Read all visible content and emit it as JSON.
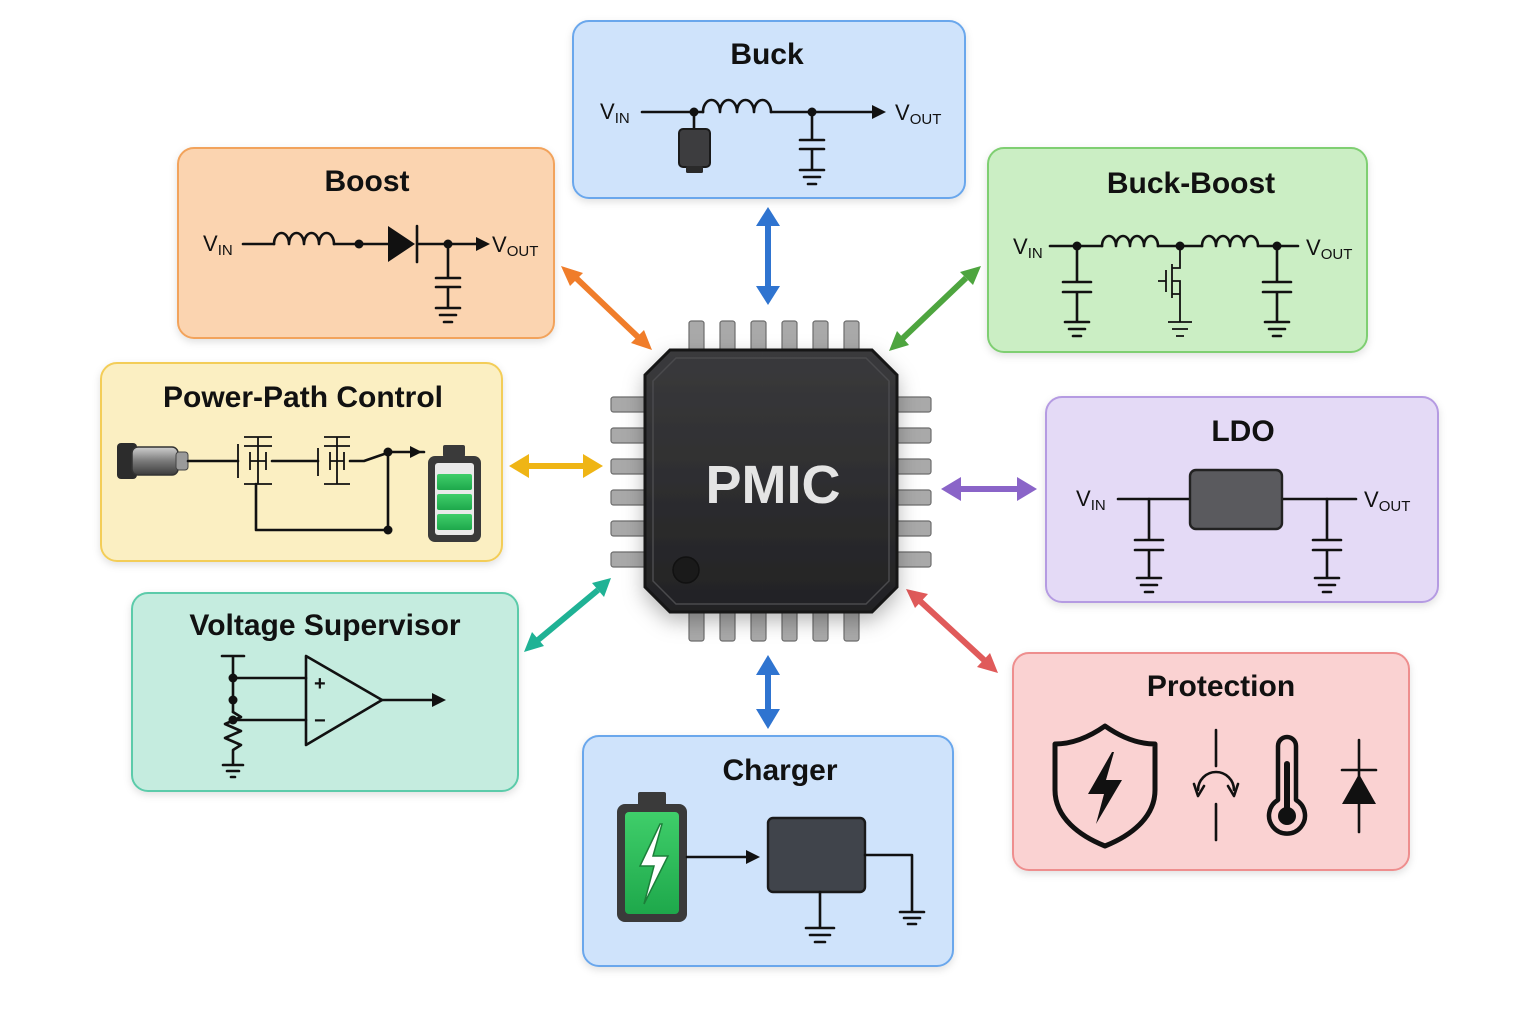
{
  "chip": {
    "label": "PMIC"
  },
  "blocks": {
    "buck": {
      "title": "Buck",
      "vin": "V",
      "vin_sub": "IN",
      "vout": "V",
      "vout_sub": "OUT"
    },
    "boost": {
      "title": "Boost",
      "vin": "V",
      "vin_sub": "IN",
      "vout": "V",
      "vout_sub": "OUT"
    },
    "buck_boost": {
      "title": "Buck-Boost",
      "vin": "V",
      "vin_sub": "IN",
      "vout": "V",
      "vout_sub": "OUT"
    },
    "power_path": {
      "title": "Power-Path Control"
    },
    "ldo": {
      "title": "LDO",
      "vin": "V",
      "vin_sub": "IN",
      "vout": "V",
      "vout_sub": "OUT"
    },
    "supervisor": {
      "title": "Voltage Supervisor",
      "plus": "+",
      "minus": "−"
    },
    "protection": {
      "title": "Protection"
    },
    "charger": {
      "title": "Charger"
    }
  },
  "colors": {
    "buck": "#2f74d0",
    "boost": "#f07d2a",
    "buck_boost": "#4ea53f",
    "power_path": "#efb515",
    "ldo": "#8a64c8",
    "supervisor": "#1fb295",
    "protection": "#e05a5a",
    "charger": "#2f74d0"
  }
}
